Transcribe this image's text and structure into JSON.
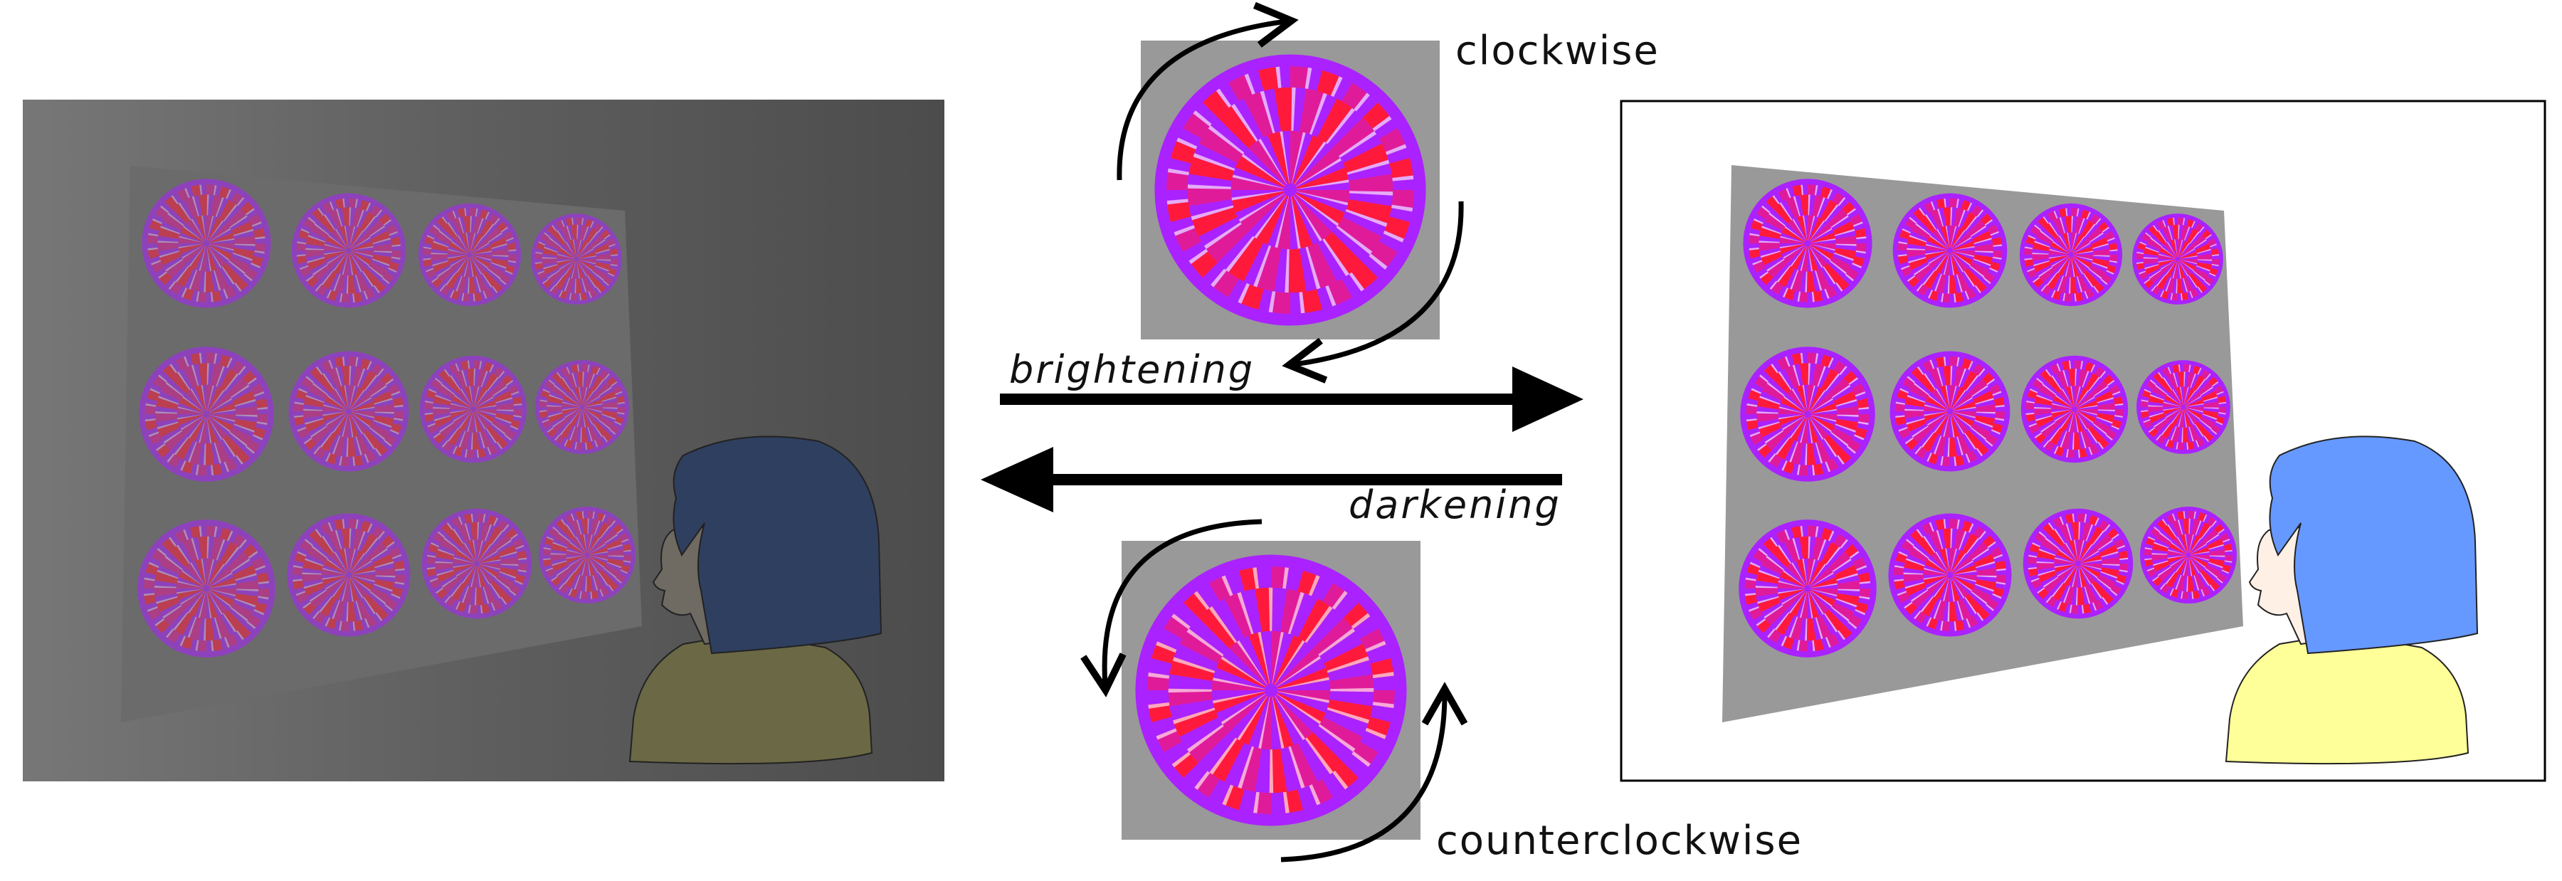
{
  "labels": {
    "clockwise": "clockwise",
    "counterclockwise": "counterclockwise",
    "brightening": "brightening",
    "darkening": "darkening"
  },
  "scenes": {
    "dark": {
      "background": "#555555",
      "poster": "#6a6a6a",
      "hair": "#2f3f5f",
      "shirt": "#6b6845",
      "skin": "#6f6a62"
    },
    "bright": {
      "background": "#ffffff",
      "poster": "#999999",
      "hair": "#6699ff",
      "shirt": "#ffff99",
      "skin": "#fff0e6"
    }
  },
  "colors": {
    "disk_red": "#ff1a3c",
    "disk_violet": "#aa22ff",
    "disk_magenta": "#e01b9a",
    "swatch_gray": "#999999",
    "arrow": "#000000"
  },
  "icons": {
    "clockwise_arrows": "curved-arrow-pair-clockwise",
    "counterclockwise_arrows": "curved-arrow-pair-counterclockwise"
  }
}
